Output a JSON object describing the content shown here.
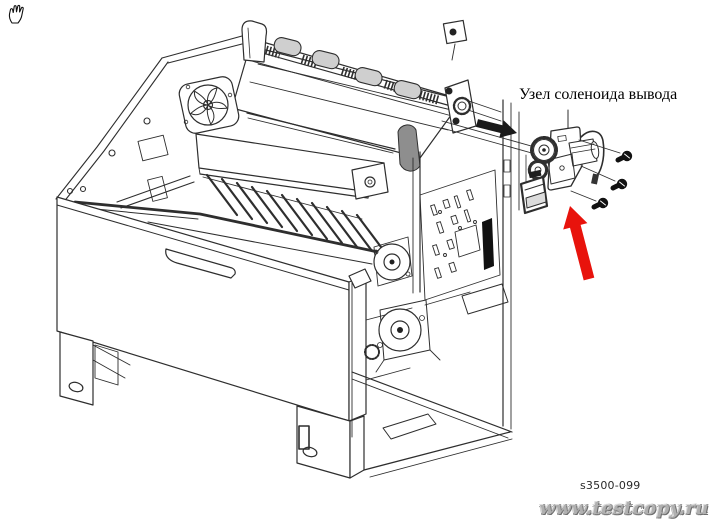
{
  "viewer": {
    "cursor_icon": "grab-hand"
  },
  "figure": {
    "callout_label": "Узел соленоида вывода",
    "figure_number": "s3500-099",
    "watermark": "www.testcopy.ru",
    "subject": "printer chassis exploded view with output solenoid assembly",
    "highlighted_part": "output solenoid assembly",
    "screw_count": 3,
    "colors": {
      "line": "#2e2e2e",
      "roller_fill": "#cfcfcf",
      "highlight_arrow_red": "#e8130c",
      "direction_arrow_black": "#1a1a1a",
      "watermark_gray": "#b0b0b0"
    }
  }
}
